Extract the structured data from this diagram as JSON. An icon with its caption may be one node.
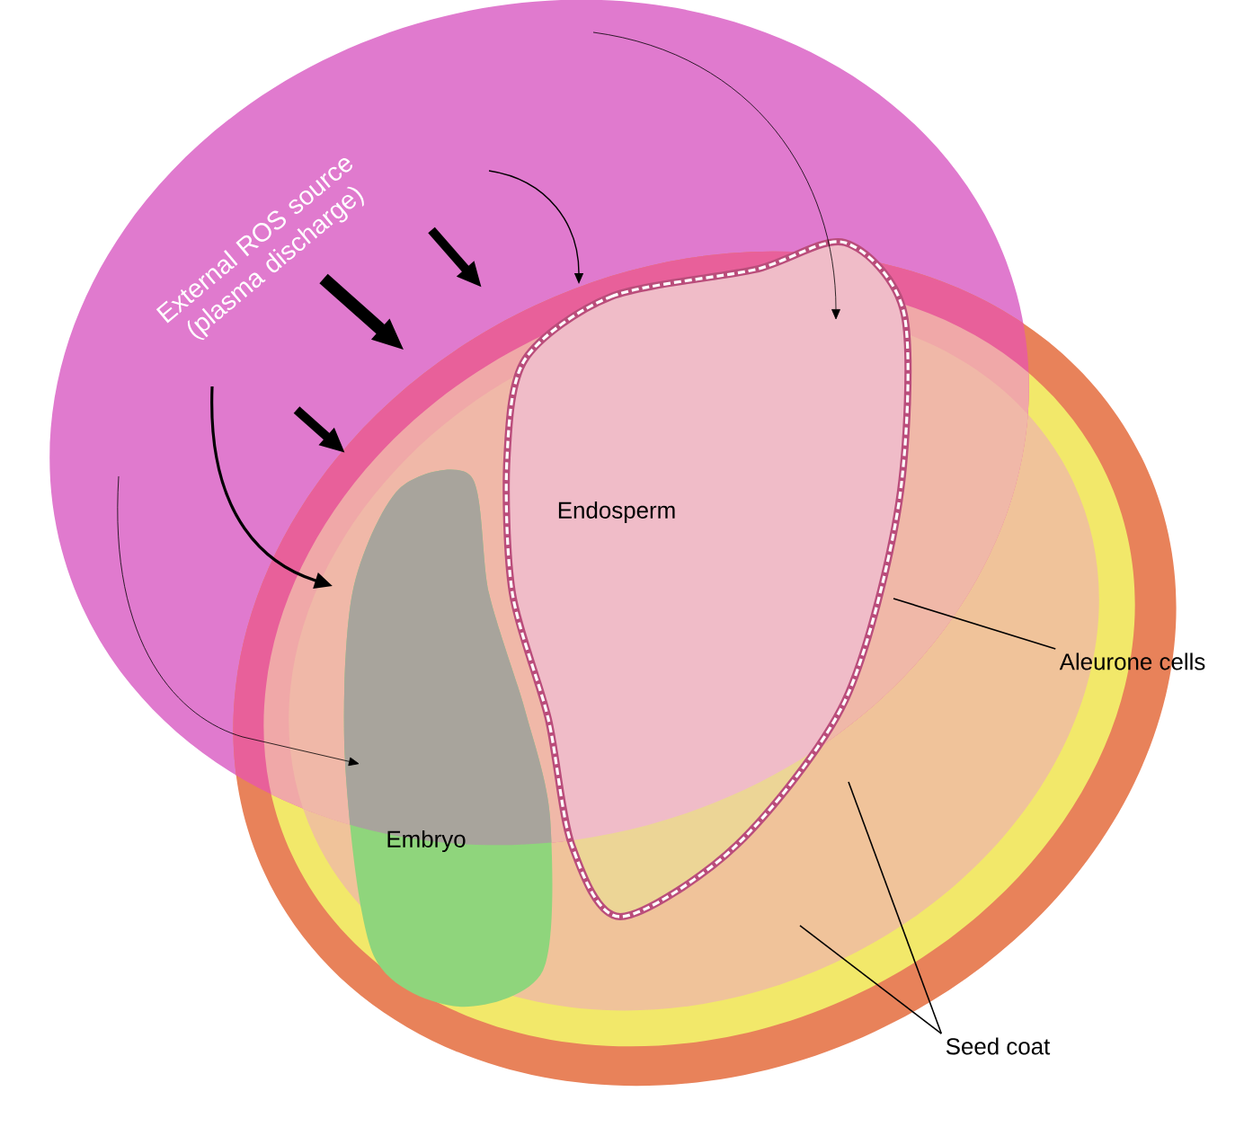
{
  "diagram": {
    "nodes": [
      {
        "text": [
          "Aleurone cells"
        ]
      },
      {
        "text": [
          "Seed coat"
        ]
      }
    ],
    "edges": [
      {
        "from": 0,
        "to": null,
        "arrow": "none"
      },
      {
        "from": 1,
        "to": null,
        "arrow": "none"
      },
      {
        "from": 1,
        "to": null,
        "arrow": "none"
      }
    ],
    "labels": [
      "External ROS source (plasma discharge)",
      "Endosperm",
      "Embryo"
    ]
  }
}
